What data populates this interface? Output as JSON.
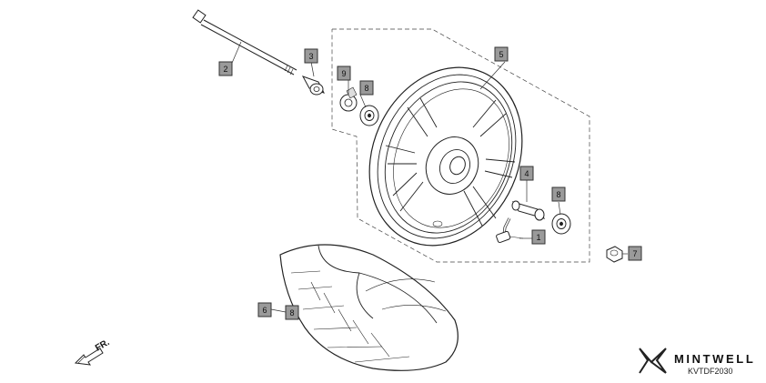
{
  "diagram": {
    "callouts": [
      {
        "id": "c1",
        "label": "1"
      },
      {
        "id": "c2",
        "label": "2"
      },
      {
        "id": "c3",
        "label": "3"
      },
      {
        "id": "c4",
        "label": "4"
      },
      {
        "id": "c5",
        "label": "5"
      },
      {
        "id": "c6",
        "label": "6"
      },
      {
        "id": "c7",
        "label": "7"
      },
      {
        "id": "c8a",
        "label": "8"
      },
      {
        "id": "c8b",
        "label": "8"
      },
      {
        "id": "c8c",
        "label": "8"
      },
      {
        "id": "c9",
        "label": "9"
      }
    ],
    "direction_label": "FR.",
    "brand": "MINTWELL",
    "brand_small": "",
    "part_code": "KVTDF2030"
  }
}
